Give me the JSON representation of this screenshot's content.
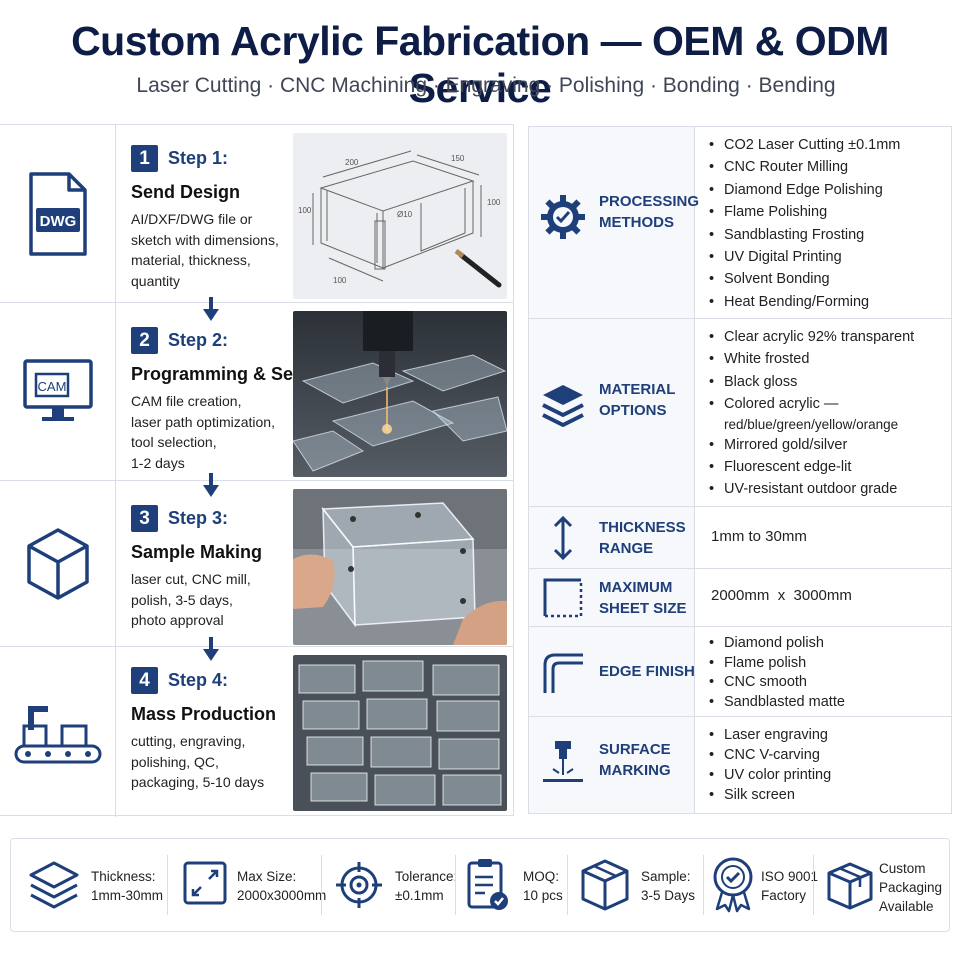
{
  "header": {
    "title": "Custom Acrylic Fabrication — OEM & ODM Service",
    "subtitle": "Laser Cutting · CNC Machining · Engraving · Polishing · Bonding · Bending"
  },
  "steps": [
    {
      "number": "1",
      "label": "Step 1:",
      "name": "Send Design",
      "desc": [
        "AI/DXF/DWG file or",
        "sketch with dimensions,",
        "material, thickness,",
        "quantity"
      ],
      "icon": "dwg-file-icon",
      "icon_text": "DWG"
    },
    {
      "number": "2",
      "label": "Step 2:",
      "name": "Programming & Setup",
      "desc": [
        "CAM file creation,",
        "laser path optimization,",
        "tool selection,",
        "1-2 days"
      ],
      "icon": "cam-monitor-icon",
      "icon_text": "CAM"
    },
    {
      "number": "3",
      "label": "Step 3:",
      "name": "Sample Making",
      "desc": [
        "laser cut, CNC mill,",
        "polish, 3-5 days,",
        "photo approval"
      ],
      "icon": "cube-icon"
    },
    {
      "number": "4",
      "label": "Step 4:",
      "name": "Mass Production",
      "desc": [
        "cutting, engraving,",
        "polishing, QC,",
        "packaging, 5-10 days"
      ],
      "icon": "conveyor-icon"
    }
  ],
  "drawing": {
    "dim_200": "200",
    "dim_150": "150",
    "dim_100_left": "100",
    "dim_100_right": "100",
    "dim_100_bottom": "100",
    "dim_hole": "Ø10"
  },
  "specs": {
    "processing": {
      "title": [
        "PROCESSING",
        "METHODS"
      ],
      "items": [
        "CO2 Laser Cutting ±0.1mm",
        "CNC Router Milling",
        "Diamond Edge Polishing",
        "Flame Polishing",
        "Sandblasting Frosting",
        "UV Digital Printing",
        "Solvent Bonding",
        "Heat Bending/Forming"
      ]
    },
    "material": {
      "title": [
        "MATERIAL",
        "OPTIONS"
      ],
      "items": [
        "Clear acrylic 92% transparent",
        "White frosted",
        "Black gloss",
        "Colored acrylic —",
        "Mirrored gold/silver",
        "Fluorescent edge-lit",
        "UV-resistant outdoor grade"
      ],
      "colored_sub": "red/blue/green/yellow/orange"
    },
    "thickness": {
      "title": [
        "THICKNESS",
        "RANGE"
      ],
      "value": "1mm to 30mm"
    },
    "sheet": {
      "title": [
        "MAXIMUM",
        "SHEET SIZE"
      ],
      "value": "2000mm  x  3000mm"
    },
    "edge": {
      "title": [
        "EDGE FINISH"
      ],
      "items": [
        "Diamond polish",
        "Flame polish",
        "CNC smooth",
        "Sandblasted matte"
      ]
    },
    "marking": {
      "title": [
        "SURFACE",
        "MARKING"
      ],
      "items": [
        "Laser engraving",
        "CNC V-carving",
        "UV color printing",
        "Silk screen"
      ]
    }
  },
  "features": [
    {
      "icon": "layers-icon",
      "lines": [
        "Thickness:",
        "1mm-30mm"
      ]
    },
    {
      "icon": "expand-icon",
      "lines": [
        "Max Size:",
        "2000x3000mm"
      ]
    },
    {
      "icon": "crosshair-icon",
      "lines": [
        "Tolerance:",
        "±0.1mm"
      ]
    },
    {
      "icon": "clipboard-check-icon",
      "lines": [
        "MOQ:",
        "10 pcs"
      ]
    },
    {
      "icon": "box-icon",
      "lines": [
        "Sample:",
        "3-5 Days"
      ]
    },
    {
      "icon": "award-badge-icon",
      "lines": [
        "ISO 9001",
        "Factory"
      ]
    },
    {
      "icon": "package-icon",
      "lines": [
        "Custom",
        "Packaging",
        "Available"
      ]
    }
  ],
  "colors": {
    "navy": "#1e3f7a",
    "dark_navy": "#0d1d45",
    "border": "#d9dde5",
    "panel_bg": "#f6f8fb"
  }
}
